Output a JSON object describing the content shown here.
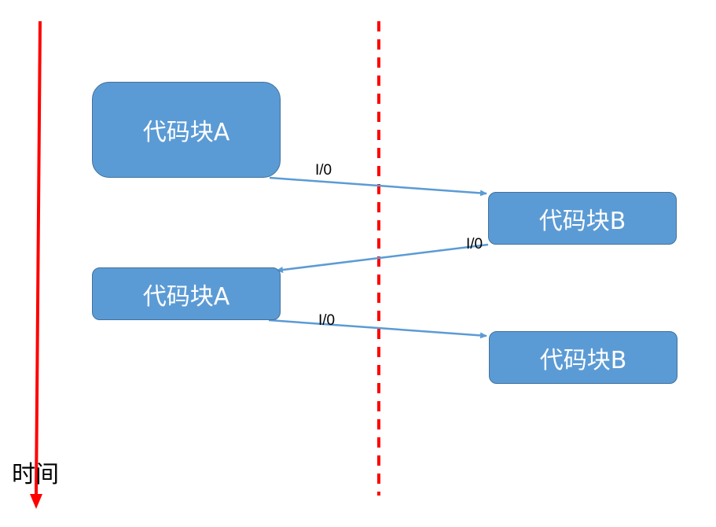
{
  "diagram": {
    "time_axis_label": "时间",
    "blocks": [
      {
        "label": "代码块A"
      },
      {
        "label": "代码块B"
      },
      {
        "label": "代码块A"
      },
      {
        "label": "代码块B"
      }
    ],
    "io_labels": [
      "I/0",
      "I/0",
      "I/0"
    ],
    "colors": {
      "block_fill": "#5b9bd5",
      "block_border": "#41719c",
      "arrow": "#5b9bd5",
      "time_arrow": "#ff0000",
      "divider": "#ff0000"
    }
  }
}
